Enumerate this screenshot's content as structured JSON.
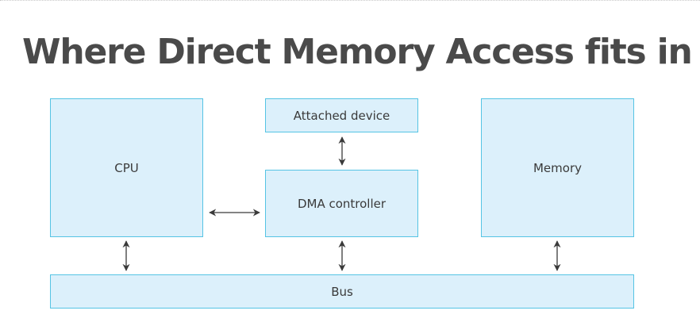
{
  "title": "Where Direct Memory Access fits in",
  "nodes": {
    "cpu": "CPU",
    "attached_device": "Attached device",
    "dma_controller": "DMA controller",
    "memory": "Memory",
    "bus": "Bus"
  },
  "colors": {
    "box_fill": "#dcf0fb",
    "box_border": "#55c4e4",
    "title_text": "#4a4a4a",
    "arrow": "#3a3a3a"
  }
}
